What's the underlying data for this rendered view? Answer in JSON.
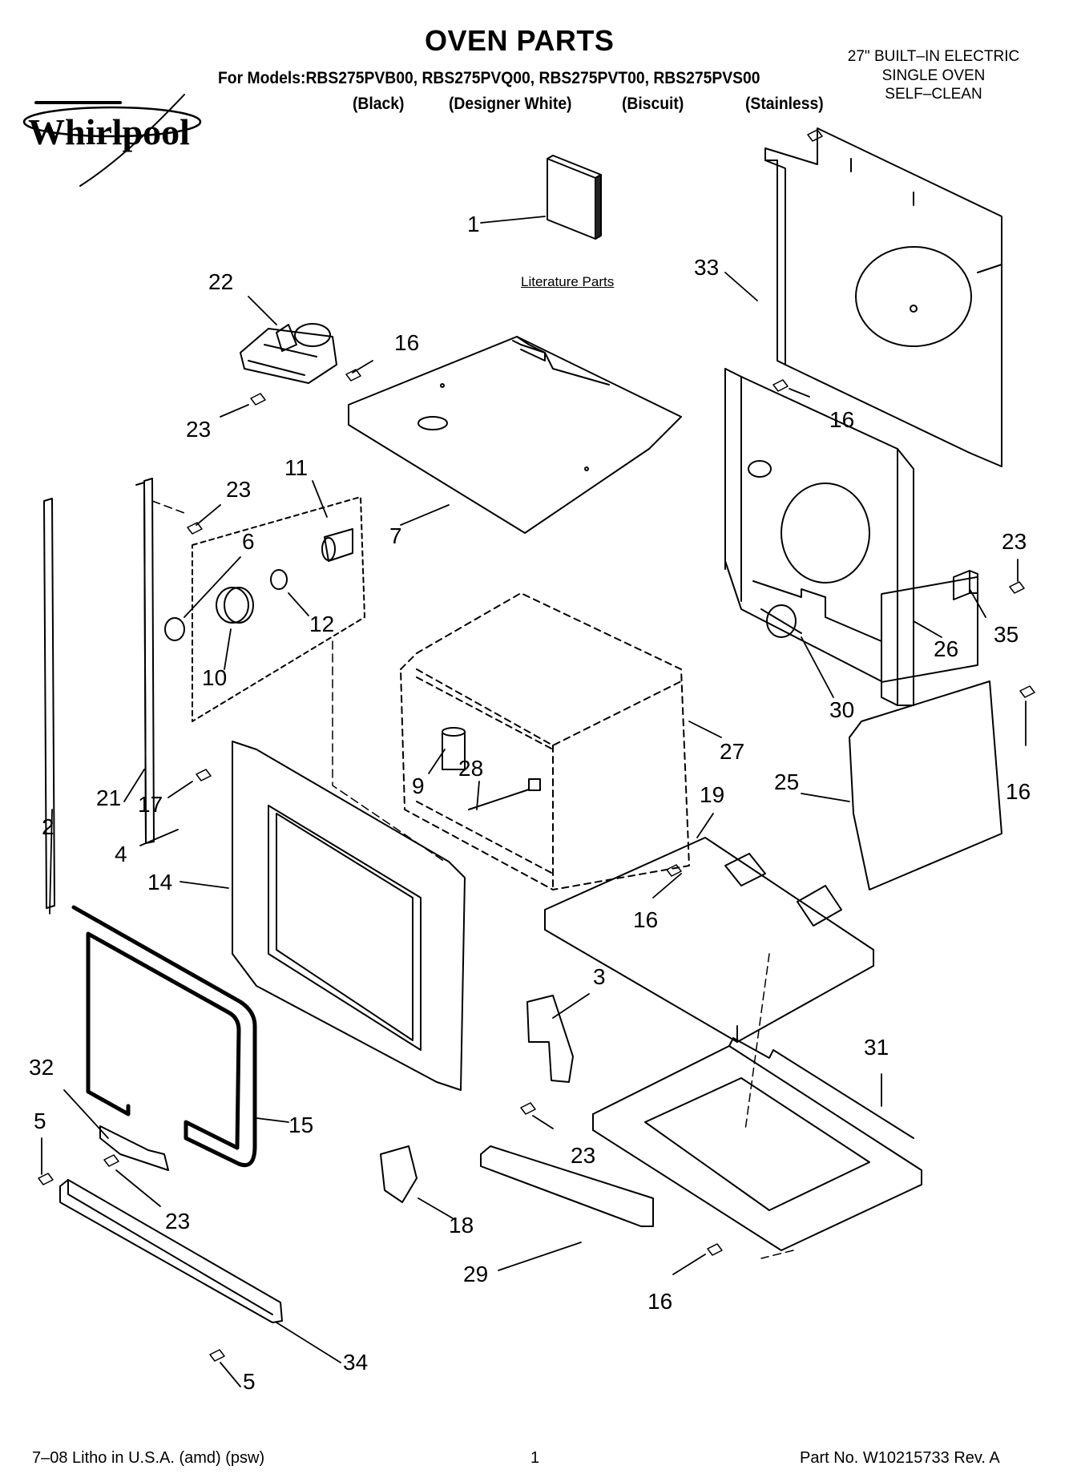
{
  "header": {
    "title": "OVEN PARTS",
    "models_line": "For Models:RBS275PVB00, RBS275PVQ00, RBS275PVT00, RBS275PVS00",
    "variants": [
      "(Black)",
      "(Designer White)",
      "(Biscuit)",
      "(Stainless)"
    ],
    "side_lines": [
      "27\" BUILT–IN ELECTRIC",
      "SINGLE OVEN",
      "SELF–CLEAN"
    ]
  },
  "brand": {
    "logo_text": "Whirlpool"
  },
  "diagram": {
    "literature_label": "Literature Parts",
    "callouts": [
      "1",
      "22",
      "16",
      "33",
      "23",
      "16",
      "11",
      "23",
      "6",
      "7",
      "12",
      "10",
      "23",
      "35",
      "26",
      "30",
      "27",
      "25",
      "16",
      "2",
      "21",
      "17",
      "4",
      "9",
      "28",
      "19",
      "16",
      "14",
      "3",
      "31",
      "32",
      "15",
      "5",
      "23",
      "23",
      "18",
      "29",
      "16",
      "34",
      "5"
    ]
  },
  "footer": {
    "left": "7–08 Litho in U.S.A. (amd) (psw)",
    "page": "1",
    "right": "Part No. W10215733 Rev. A"
  }
}
